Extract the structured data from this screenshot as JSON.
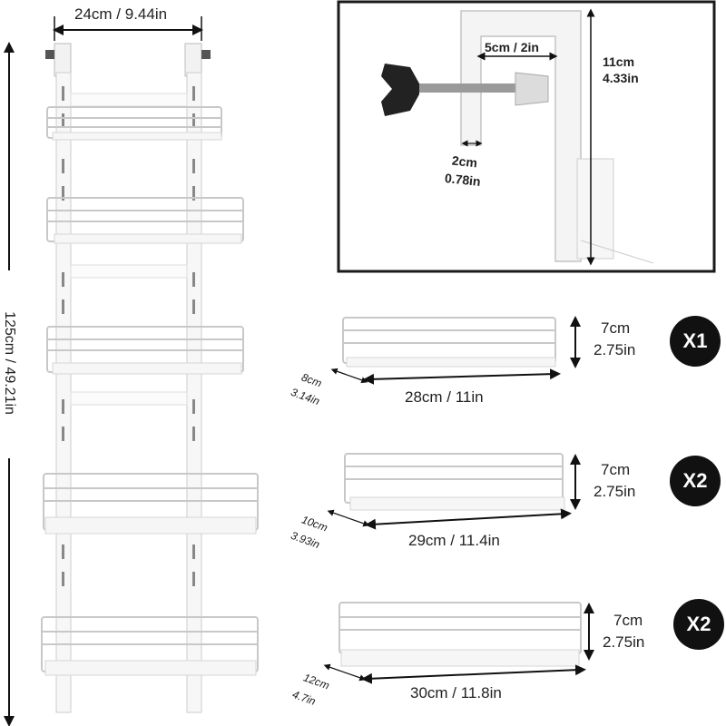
{
  "rack": {
    "width_label": "24cm / 9.44in",
    "height_label": "125cm / 49.21in"
  },
  "clamp": {
    "inner_label": "5cm / 2in",
    "height_cm": "11cm",
    "height_in": "4.33in",
    "thick_cm": "2cm",
    "thick_in": "0.78in"
  },
  "baskets": [
    {
      "height_cm": "7cm",
      "height_in": "2.75in",
      "depth_cm": "8cm",
      "depth_in": "3.14in",
      "length_label": "28cm / 11in",
      "qty": "X1"
    },
    {
      "height_cm": "7cm",
      "height_in": "2.75in",
      "depth_cm": "10cm",
      "depth_in": "3.93in",
      "length_label": "29cm / 11.4in",
      "qty": "X2"
    },
    {
      "height_cm": "7cm",
      "height_in": "2.75in",
      "depth_cm": "12cm",
      "depth_in": "4.7in",
      "length_label": "30cm / 11.8in",
      "qty": "X2"
    }
  ]
}
